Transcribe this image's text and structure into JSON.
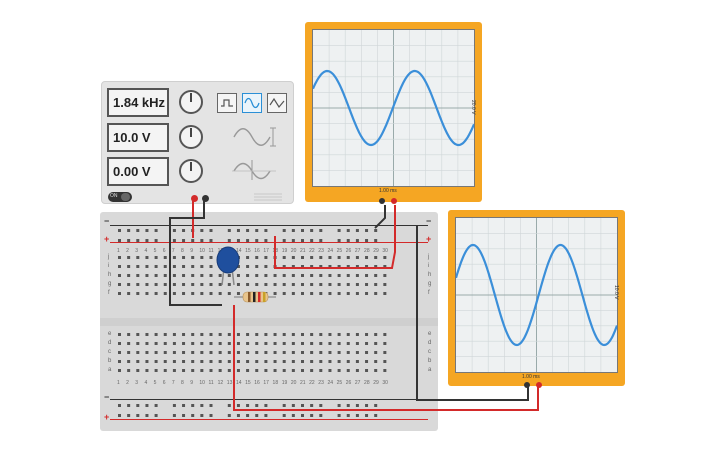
{
  "function_generator": {
    "frequency": "1.84 kHz",
    "amplitude": "10.0 V",
    "dc_offset": "0.00 V",
    "waveforms": [
      "square",
      "sine",
      "triangle"
    ],
    "selected_waveform": "sine",
    "power_label": "ON"
  },
  "scope_top": {
    "volts_div": "20.0 V",
    "time_div": "1.00 ms"
  },
  "scope_bottom": {
    "volts_div": "10.0 V",
    "time_div": "1.00 ms"
  },
  "breadboard": {
    "row_letters_top": [
      "j",
      "i",
      "h",
      "g",
      "f"
    ],
    "row_letters_bottom": [
      "e",
      "d",
      "c",
      "b",
      "a"
    ],
    "column_numbers": [
      "1",
      "2",
      "3",
      "4",
      "5",
      "6",
      "7",
      "8",
      "9",
      "10",
      "11",
      "12",
      "13",
      "14",
      "15",
      "16",
      "17",
      "18",
      "19",
      "20",
      "21",
      "22",
      "23",
      "24",
      "25",
      "26",
      "27",
      "28",
      "29",
      "30"
    ],
    "rail_minus": "−",
    "rail_plus": "+"
  },
  "components": [
    "capacitor",
    "resistor"
  ],
  "colors": {
    "scope_frame": "#f5a623",
    "trace": "#3b8fd9",
    "wire_red": "#d32a2a",
    "wire_black": "#333333",
    "accent": "#2a8fd6"
  }
}
